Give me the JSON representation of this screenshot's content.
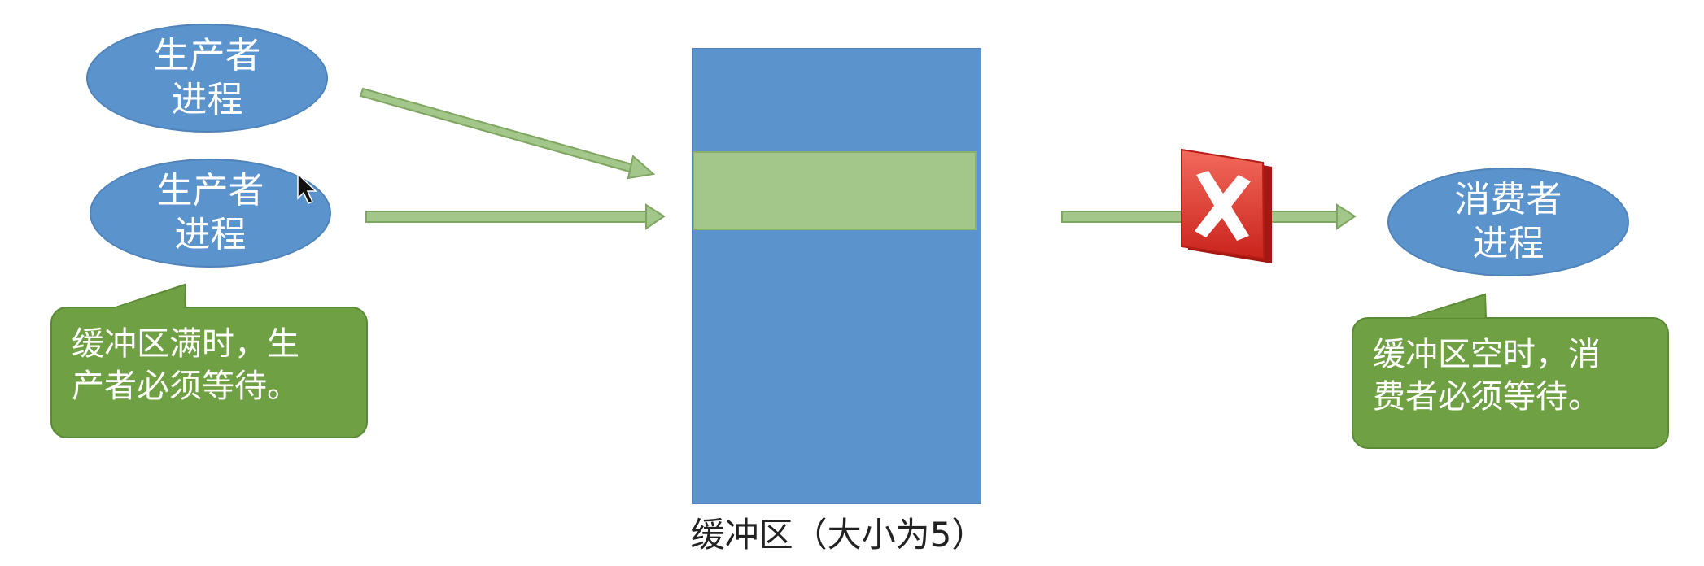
{
  "producers": [
    {
      "line1": "生产者",
      "line2": "进程"
    },
    {
      "line1": "生产者",
      "line2": "进程"
    }
  ],
  "consumer": {
    "line1": "消费者",
    "line2": "进程"
  },
  "callouts": {
    "producer": {
      "line1": "缓冲区满时，生",
      "line2": "产者必须等待。"
    },
    "consumer": {
      "line1": "缓冲区空时，消",
      "line2": "费者必须等待。"
    }
  },
  "buffer": {
    "caption": "缓冲区（大小为5）",
    "filled_slots": 1
  },
  "icons": {
    "blocked": "close-x-icon",
    "pointer": "mouse-cursor-icon"
  },
  "colors": {
    "process_fill": "#5b93cc",
    "buffer_fill": "#5b93cc",
    "slot_fill": "#a3c68a",
    "arrow_fill": "#a3c68a",
    "callout_fill": "#70a044",
    "blocked_red": "#e0352b"
  }
}
